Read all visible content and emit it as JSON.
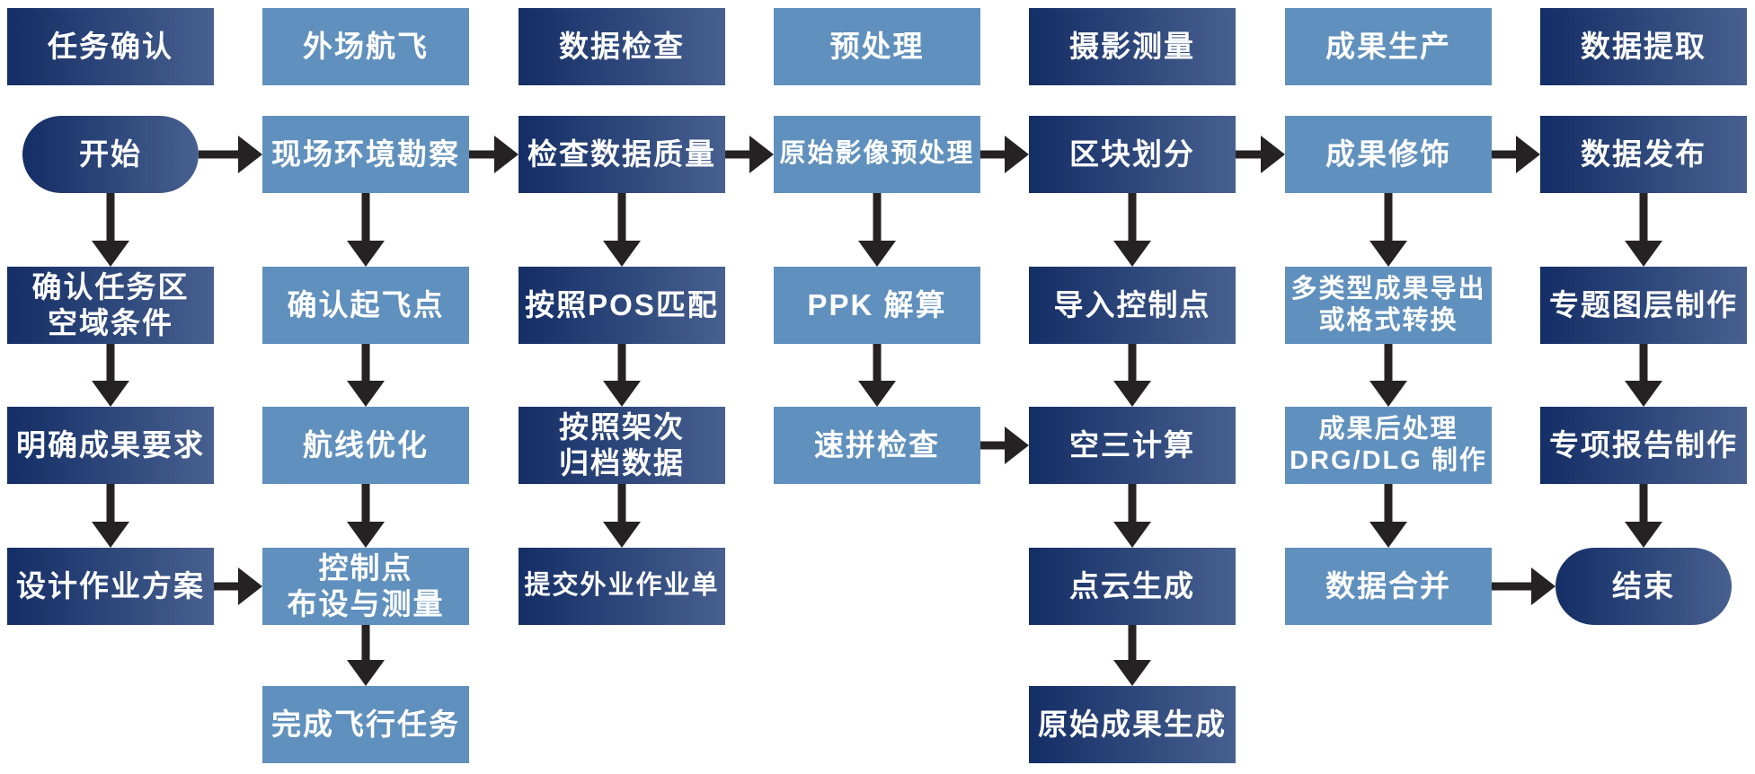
{
  "colors": {
    "background": "#ffffff",
    "dark_box_gradient_left": "#142e66",
    "dark_box_gradient_right": "#47608f",
    "light_box": "#6090bd",
    "arrow": "#262223",
    "box_text": "#ffffff"
  },
  "columns": [
    {
      "header": "任务确认",
      "variant": "dark"
    },
    {
      "header": "外场航飞",
      "variant": "light"
    },
    {
      "header": "数据检查",
      "variant": "dark"
    },
    {
      "header": "预处理",
      "variant": "light"
    },
    {
      "header": "摄影测量",
      "variant": "dark"
    },
    {
      "header": "成果生产",
      "variant": "light"
    },
    {
      "header": "数据提取",
      "variant": "dark"
    }
  ],
  "nodes": [
    {
      "id": "start",
      "col": 0,
      "row": 2,
      "shape": "pill",
      "label": "开始"
    },
    {
      "id": "confirm-area",
      "col": 0,
      "row": 3,
      "shape": "rect",
      "label": "确认任务区\n空域条件"
    },
    {
      "id": "clarify-requirements",
      "col": 0,
      "row": 4,
      "shape": "rect",
      "label": "明确成果要求"
    },
    {
      "id": "design-plan",
      "col": 0,
      "row": 5,
      "shape": "rect",
      "label": "设计作业方案"
    },
    {
      "id": "site-survey",
      "col": 1,
      "row": 2,
      "shape": "rect",
      "label": "现场环境勘察"
    },
    {
      "id": "confirm-takeoff",
      "col": 1,
      "row": 3,
      "shape": "rect",
      "label": "确认起飞点"
    },
    {
      "id": "route-optimization",
      "col": 1,
      "row": 4,
      "shape": "rect",
      "label": "航线优化"
    },
    {
      "id": "control-points",
      "col": 1,
      "row": 5,
      "shape": "rect",
      "label": "控制点\n布设与测量"
    },
    {
      "id": "complete-flight",
      "col": 1,
      "row": 6,
      "shape": "rect",
      "label": "完成飞行任务"
    },
    {
      "id": "check-quality",
      "col": 2,
      "row": 2,
      "shape": "rect",
      "label": "检查数据质量"
    },
    {
      "id": "pos-match",
      "col": 2,
      "row": 3,
      "shape": "rect",
      "label": "按照POS匹配"
    },
    {
      "id": "archive-by-sortie",
      "col": 2,
      "row": 4,
      "shape": "rect",
      "label": "按照架次\n归档数据"
    },
    {
      "id": "submit-worksheet",
      "col": 2,
      "row": 5,
      "shape": "rect",
      "label": "提交外业作业单"
    },
    {
      "id": "raw-preprocess",
      "col": 3,
      "row": 2,
      "shape": "rect",
      "label": "原始影像预处理"
    },
    {
      "id": "ppk-solve",
      "col": 3,
      "row": 3,
      "shape": "rect",
      "label": "PPK 解算"
    },
    {
      "id": "quick-mosaic",
      "col": 3,
      "row": 4,
      "shape": "rect",
      "label": "速拼检查"
    },
    {
      "id": "block-division",
      "col": 4,
      "row": 2,
      "shape": "rect",
      "label": "区块划分"
    },
    {
      "id": "import-gcp",
      "col": 4,
      "row": 3,
      "shape": "rect",
      "label": "导入控制点"
    },
    {
      "id": "aerotriangulation",
      "col": 4,
      "row": 4,
      "shape": "rect",
      "label": "空三计算"
    },
    {
      "id": "point-cloud",
      "col": 4,
      "row": 5,
      "shape": "rect",
      "label": "点云生成"
    },
    {
      "id": "raw-results",
      "col": 4,
      "row": 6,
      "shape": "rect",
      "label": "原始成果生成"
    },
    {
      "id": "result-refine",
      "col": 5,
      "row": 2,
      "shape": "rect",
      "label": "成果修饰"
    },
    {
      "id": "export-convert",
      "col": 5,
      "row": 3,
      "shape": "rect",
      "label": "多类型成果导出\n或格式转换"
    },
    {
      "id": "postprocess-drg-dlg",
      "col": 5,
      "row": 4,
      "shape": "rect",
      "label": "成果后处理\nDRG/DLG 制作"
    },
    {
      "id": "data-merge",
      "col": 5,
      "row": 5,
      "shape": "rect",
      "label": "数据合并"
    },
    {
      "id": "data-publish",
      "col": 6,
      "row": 2,
      "shape": "rect",
      "label": "数据发布"
    },
    {
      "id": "thematic-layer",
      "col": 6,
      "row": 3,
      "shape": "rect",
      "label": "专题图层制作"
    },
    {
      "id": "special-report",
      "col": 6,
      "row": 4,
      "shape": "rect",
      "label": "专项报告制作"
    },
    {
      "id": "end",
      "col": 6,
      "row": 5,
      "shape": "pill",
      "label": "结束"
    }
  ],
  "arrows": [
    {
      "from": "start",
      "to": "site-survey",
      "dir": "right"
    },
    {
      "from": "site-survey",
      "to": "check-quality",
      "dir": "right"
    },
    {
      "from": "check-quality",
      "to": "raw-preprocess",
      "dir": "right"
    },
    {
      "from": "raw-preprocess",
      "to": "block-division",
      "dir": "right"
    },
    {
      "from": "block-division",
      "to": "result-refine",
      "dir": "right"
    },
    {
      "from": "result-refine",
      "to": "data-publish",
      "dir": "right"
    },
    {
      "from": "design-plan",
      "to": "control-points",
      "dir": "right"
    },
    {
      "from": "quick-mosaic",
      "to": "aerotriangulation",
      "dir": "right"
    },
    {
      "from": "data-merge",
      "to": "end",
      "dir": "right"
    },
    {
      "from": "start",
      "to": "confirm-area",
      "dir": "down"
    },
    {
      "from": "confirm-area",
      "to": "clarify-requirements",
      "dir": "down"
    },
    {
      "from": "clarify-requirements",
      "to": "design-plan",
      "dir": "down"
    },
    {
      "from": "site-survey",
      "to": "confirm-takeoff",
      "dir": "down"
    },
    {
      "from": "confirm-takeoff",
      "to": "route-optimization",
      "dir": "down"
    },
    {
      "from": "route-optimization",
      "to": "control-points",
      "dir": "down"
    },
    {
      "from": "control-points",
      "to": "complete-flight",
      "dir": "down"
    },
    {
      "from": "check-quality",
      "to": "pos-match",
      "dir": "down"
    },
    {
      "from": "pos-match",
      "to": "archive-by-sortie",
      "dir": "down"
    },
    {
      "from": "archive-by-sortie",
      "to": "submit-worksheet",
      "dir": "down"
    },
    {
      "from": "raw-preprocess",
      "to": "ppk-solve",
      "dir": "down"
    },
    {
      "from": "ppk-solve",
      "to": "quick-mosaic",
      "dir": "down"
    },
    {
      "from": "block-division",
      "to": "import-gcp",
      "dir": "down"
    },
    {
      "from": "import-gcp",
      "to": "aerotriangulation",
      "dir": "down"
    },
    {
      "from": "aerotriangulation",
      "to": "point-cloud",
      "dir": "down"
    },
    {
      "from": "point-cloud",
      "to": "raw-results",
      "dir": "down"
    },
    {
      "from": "result-refine",
      "to": "export-convert",
      "dir": "down"
    },
    {
      "from": "export-convert",
      "to": "postprocess-drg-dlg",
      "dir": "down"
    },
    {
      "from": "postprocess-drg-dlg",
      "to": "data-merge",
      "dir": "down"
    },
    {
      "from": "data-publish",
      "to": "thematic-layer",
      "dir": "down"
    },
    {
      "from": "thematic-layer",
      "to": "special-report",
      "dir": "down"
    },
    {
      "from": "special-report",
      "to": "end",
      "dir": "down"
    }
  ]
}
